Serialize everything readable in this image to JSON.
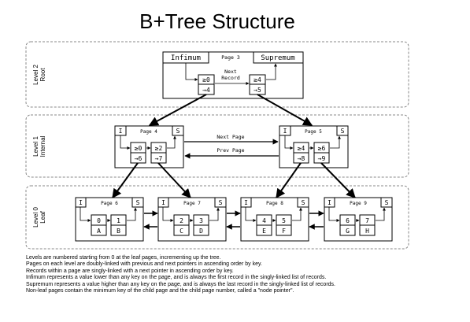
{
  "title": "B+Tree Structure",
  "levels": [
    {
      "line1": "Level 2",
      "line2": "Root"
    },
    {
      "line1": "Level 1",
      "line2": "Internal"
    },
    {
      "line1": "Level 0",
      "line2": "Leaf"
    }
  ],
  "root": {
    "infimum": "Infimum",
    "supremum": "Supremum",
    "page": "Page 3",
    "next_record_1": "Next",
    "next_record_2": "Record",
    "records": [
      {
        "key": "≥0",
        "ptr": "→4"
      },
      {
        "key": "≥4",
        "ptr": "→5"
      }
    ]
  },
  "internal": [
    {
      "page": "Page 4",
      "I": "I",
      "S": "S",
      "records": [
        {
          "key": "≥0",
          "ptr": "→6"
        },
        {
          "key": "≥2",
          "ptr": "→7"
        }
      ]
    },
    {
      "page": "Page 5",
      "I": "I",
      "S": "S",
      "records": [
        {
          "key": "≥4",
          "ptr": "→8"
        },
        {
          "key": "≥6",
          "ptr": "→9"
        }
      ]
    }
  ],
  "internal_links": {
    "next": "Next Page",
    "prev": "Prev Page"
  },
  "leaves": [
    {
      "page": "Page 6",
      "I": "I",
      "S": "S",
      "records": [
        {
          "key": "0",
          "val": "A"
        },
        {
          "key": "1",
          "val": "B"
        }
      ]
    },
    {
      "page": "Page 7",
      "I": "I",
      "S": "S",
      "records": [
        {
          "key": "2",
          "val": "C"
        },
        {
          "key": "3",
          "val": "D"
        }
      ]
    },
    {
      "page": "Page 8",
      "I": "I",
      "S": "S",
      "records": [
        {
          "key": "4",
          "val": "E"
        },
        {
          "key": "5",
          "val": "F"
        }
      ]
    },
    {
      "page": "Page 9",
      "I": "I",
      "S": "S",
      "records": [
        {
          "key": "6",
          "val": "G"
        },
        {
          "key": "7",
          "val": "H"
        }
      ]
    }
  ],
  "notes": [
    "Levels are numbered starting from 0 at the leaf pages, incrementing up the tree.",
    "Pages on each level are doubly-linked with previous and next pointers in ascending order by key.",
    "Records within a page are singly-linked with a next pointer in ascending order by key.",
    "Infimum represents a value lower than any key on the page, and is always the first record in the singly-linked list of records.",
    "Supremum represents a value higher than any key on the page, and is always the last record in the singly-linked list of records.",
    "Non-leaf pages contain the minimum key of the child page and the child page number, called a \"node pointer\"."
  ]
}
